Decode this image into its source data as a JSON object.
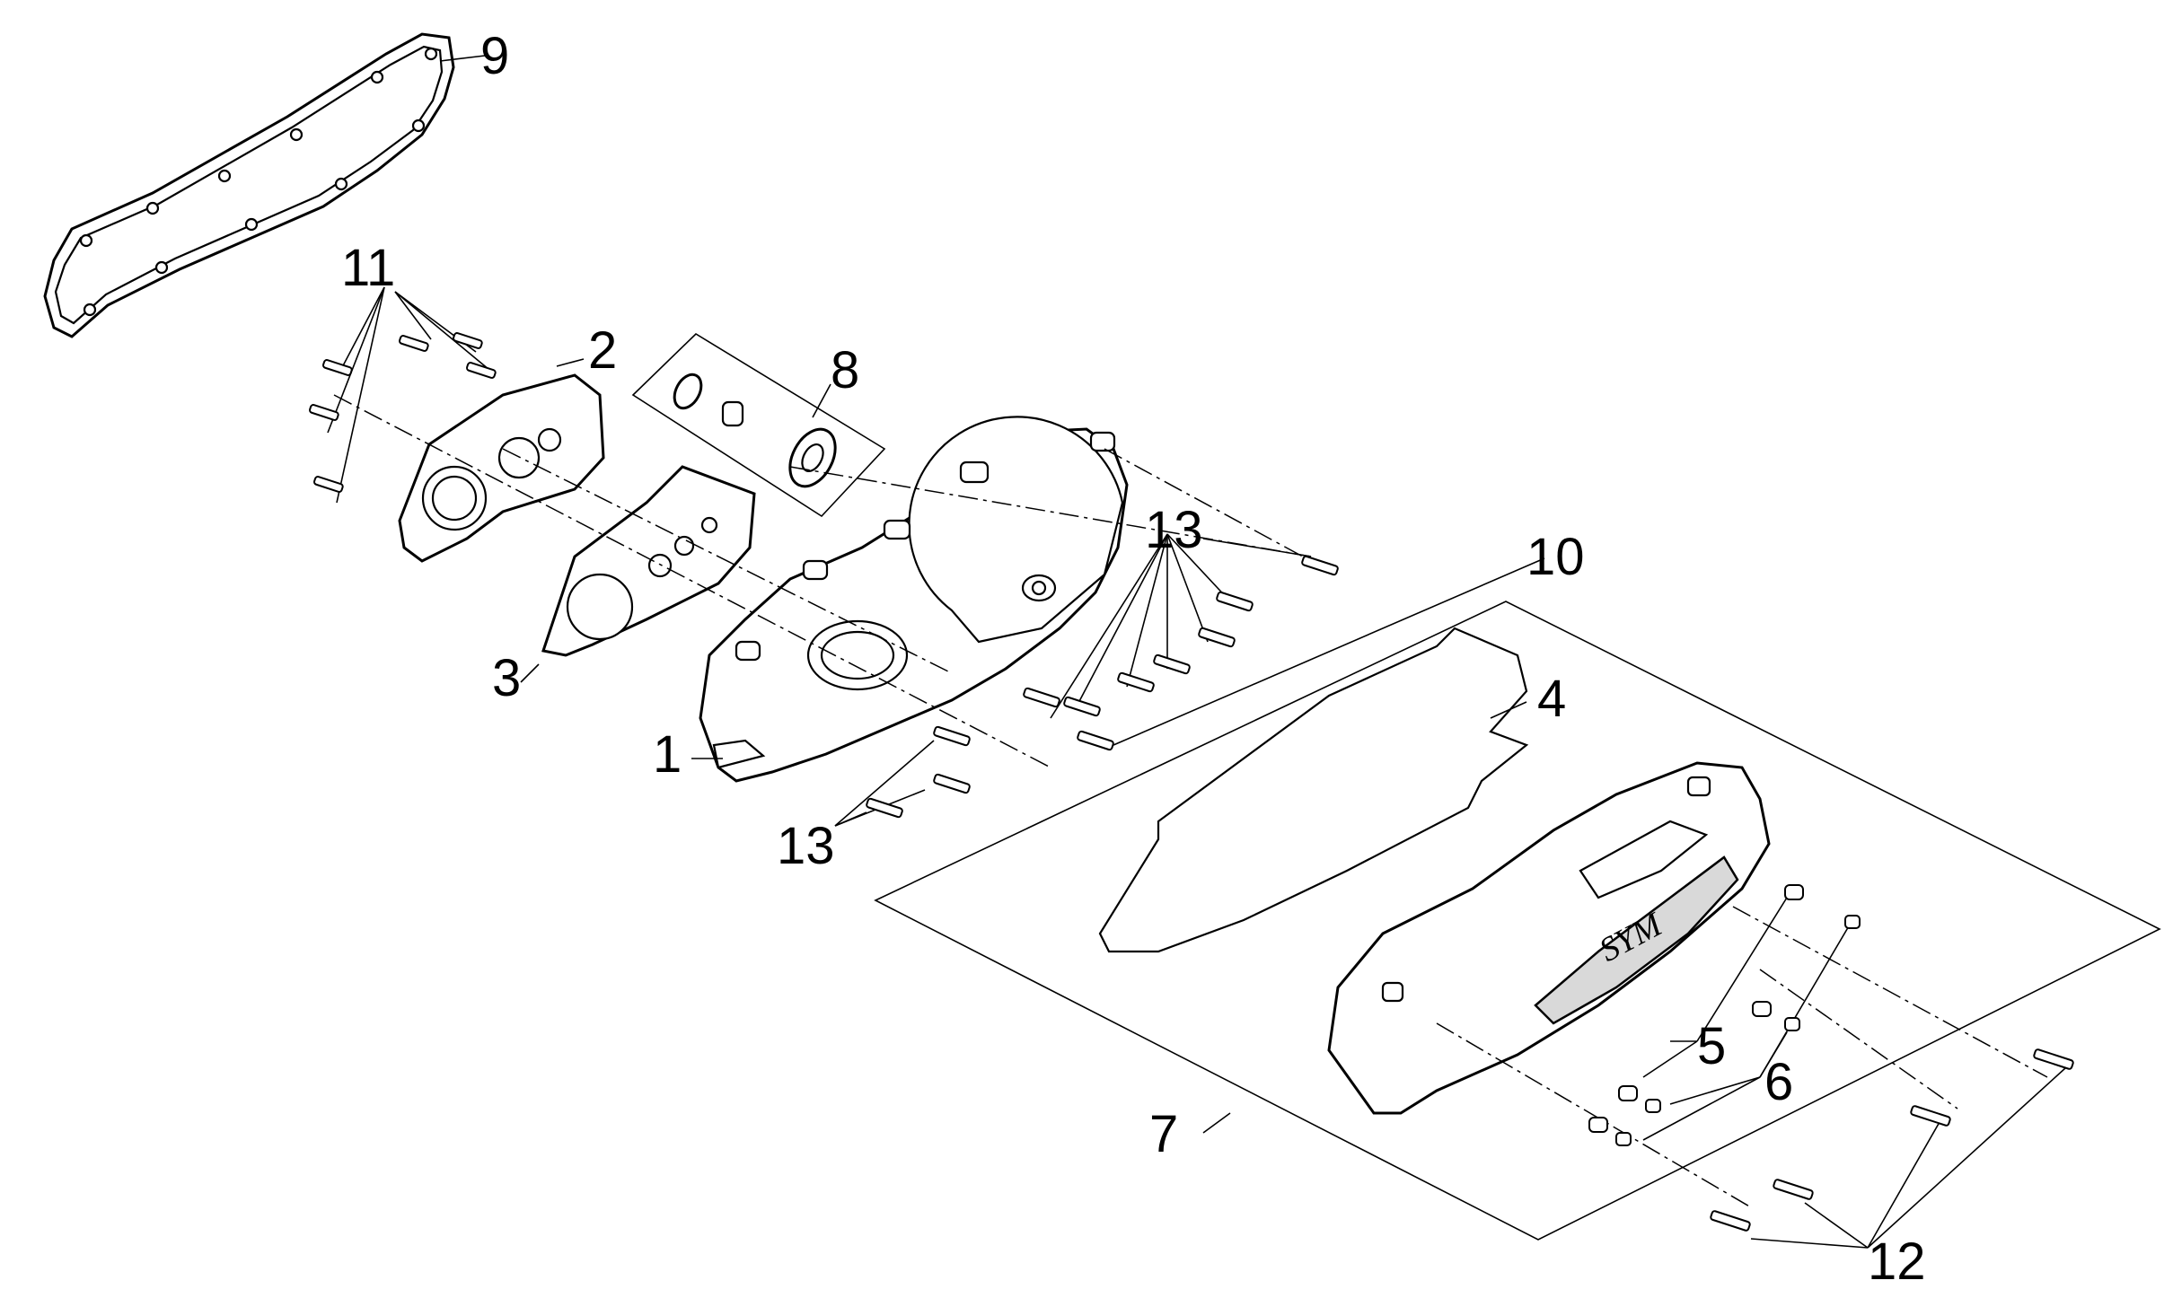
{
  "callouts": {
    "c1": "1",
    "c2": "2",
    "c3": "3",
    "c4": "4",
    "c5": "5",
    "c6": "6",
    "c7": "7",
    "c8": "8",
    "c9": "9",
    "c10": "10",
    "c11": "11",
    "c12": "12",
    "c13a": "13",
    "c13b": "13"
  },
  "logo_text": "SYM"
}
